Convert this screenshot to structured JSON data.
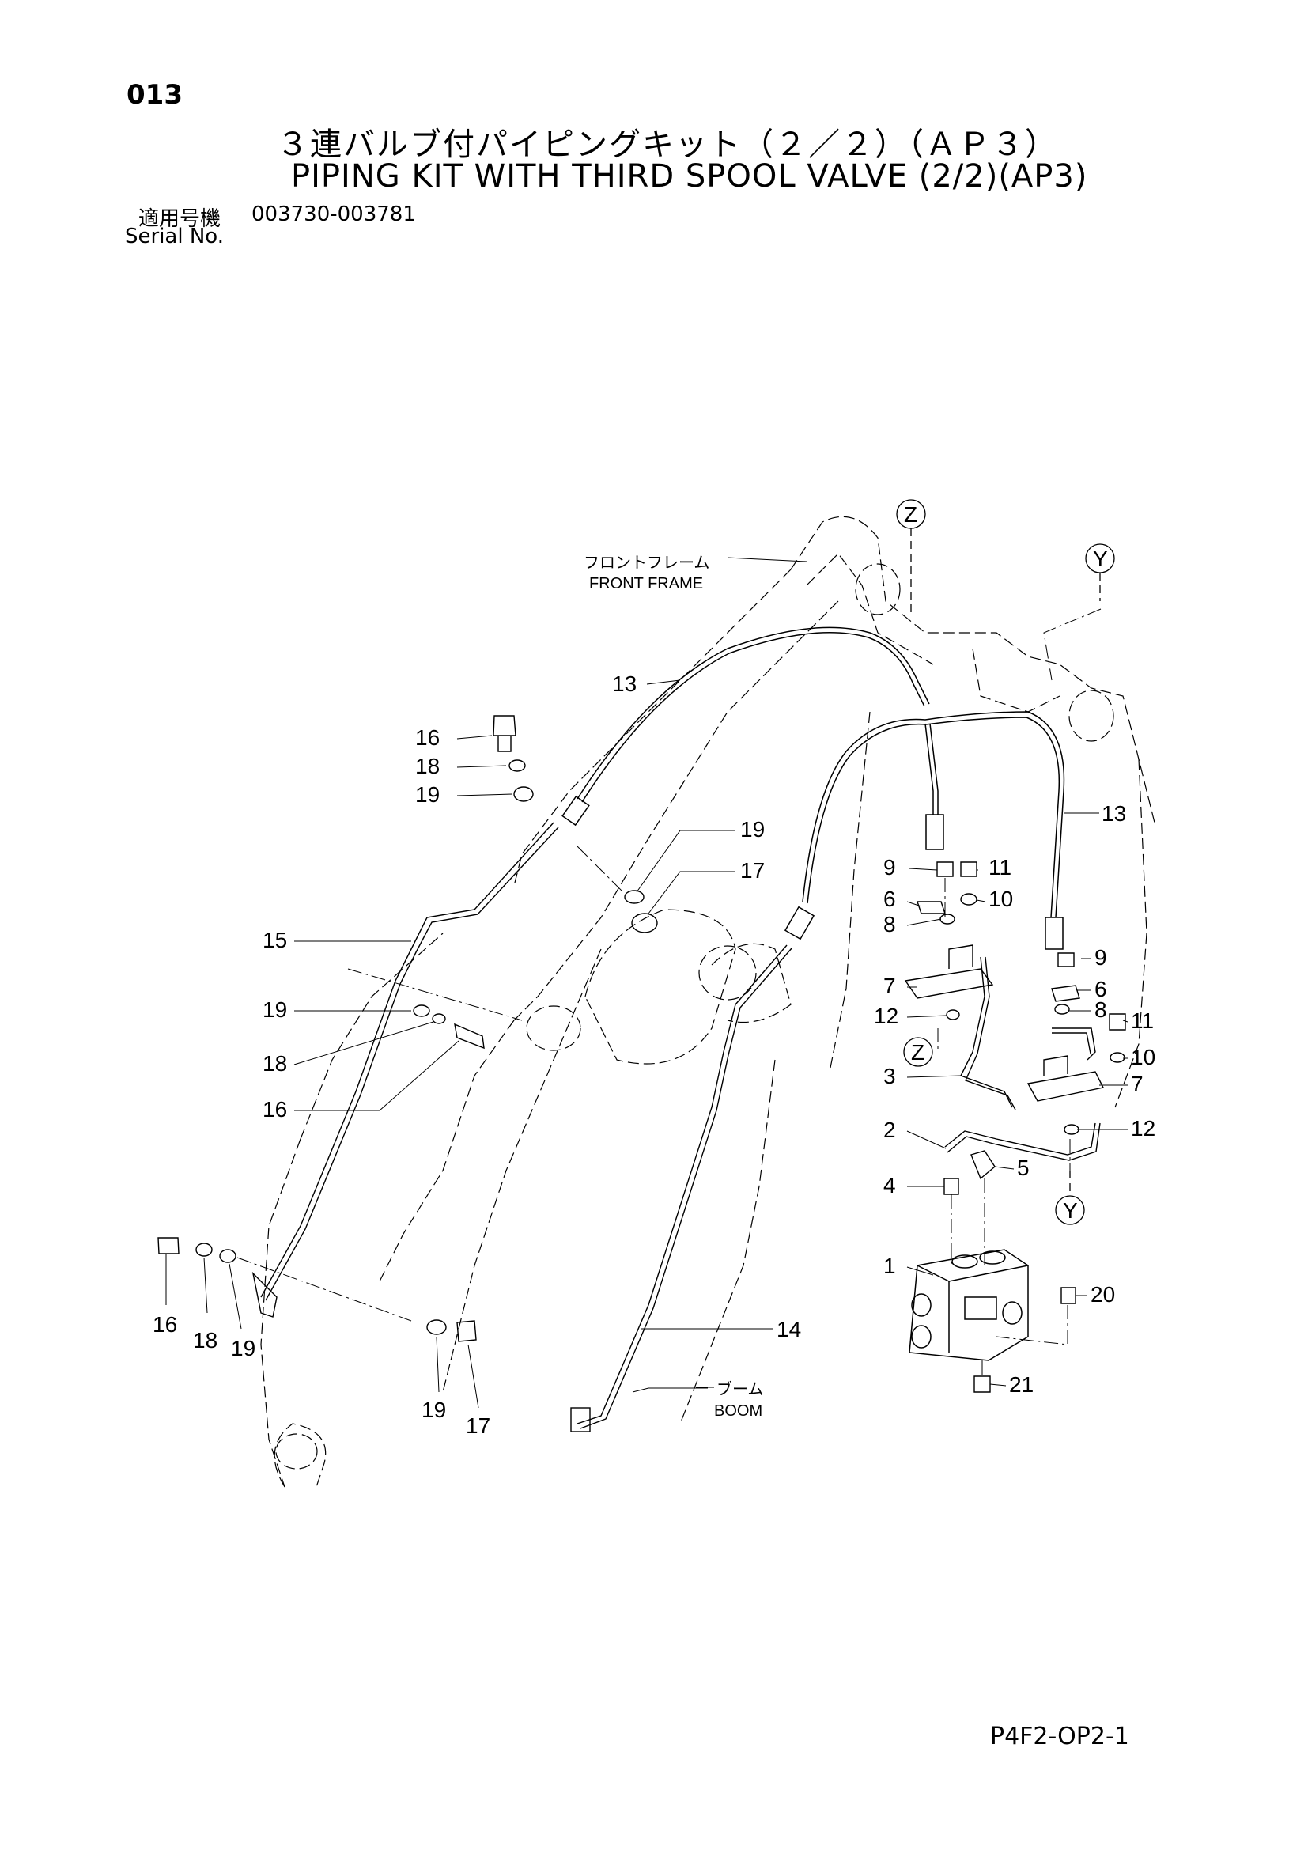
{
  "header": {
    "page_number": "013",
    "title_jp": "３連バルブ付パイピングキット（２／２）（ＡＰ３）",
    "title_en": "PIPING KIT WITH THIRD SPOOL VALVE (2/2)(AP3)",
    "serial_label_jp": "適用号機",
    "serial_range": "003730-003781",
    "serial_label_en": "Serial No."
  },
  "labels": {
    "front_frame_jp": "フロントフレーム",
    "front_frame_en": "FRONT FRAME",
    "boom_jp": "ブーム",
    "boom_en": "BOOM",
    "view_z": "Z",
    "view_y": "Y"
  },
  "callouts": {
    "c1": "1",
    "c2": "2",
    "c3": "3",
    "c4": "4",
    "c5": "5",
    "c6a": "6",
    "c6b": "6",
    "c7a": "7",
    "c7b": "7",
    "c8a": "8",
    "c8b": "8",
    "c9a": "9",
    "c9b": "9",
    "c10a": "10",
    "c10b": "10",
    "c11a": "11",
    "c11b": "11",
    "c12a": "12",
    "c12b": "12",
    "c13a": "13",
    "c13b": "13",
    "c14": "14",
    "c15": "15",
    "c16a": "16",
    "c16b": "16",
    "c16c": "16",
    "c17a": "17",
    "c17b": "17",
    "c18a": "18",
    "c18b": "18",
    "c18c": "18",
    "c19a": "19",
    "c19b": "19",
    "c19c": "19",
    "c19d": "19",
    "c19e": "19",
    "c20": "20",
    "c21": "21"
  },
  "footer": {
    "drawing_code": "P4F2-OP2-1"
  }
}
